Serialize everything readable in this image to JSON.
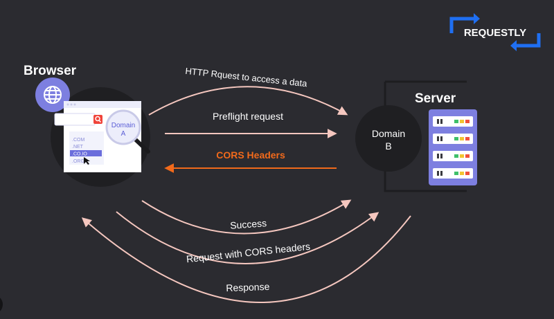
{
  "brand": {
    "name": "REQUESTLY"
  },
  "browser": {
    "title": "Browser",
    "domain_line1": "Domain",
    "domain_line2": "A",
    "tlds": [
      ".COM",
      ".NET",
      ".CO.IO",
      ".ORG"
    ],
    "icons": [
      "globe-icon",
      "search-icon",
      "magnifier-icon",
      "cursor-icon"
    ]
  },
  "server": {
    "title": "Server",
    "domain_line1": "Domain",
    "domain_line2": "B",
    "rack_units": 4,
    "led_colors": [
      "#3fbf6a",
      "#f2c531",
      "#f0513b"
    ]
  },
  "flows": [
    {
      "label": "HTTP Rquest to access a data"
    },
    {
      "label": "Preflight request"
    },
    {
      "label": "CORS Headers"
    },
    {
      "label": "Success"
    },
    {
      "label": "Request with CORS headers"
    },
    {
      "label": "Response"
    }
  ],
  "colors": {
    "background": "#2b2b30",
    "circle": "#1f1f22",
    "arrow": "#f5c7bf",
    "cors": "#f26a1b",
    "brand_blue": "#1f6ff2",
    "panel_purple": "#7d7fe0"
  }
}
